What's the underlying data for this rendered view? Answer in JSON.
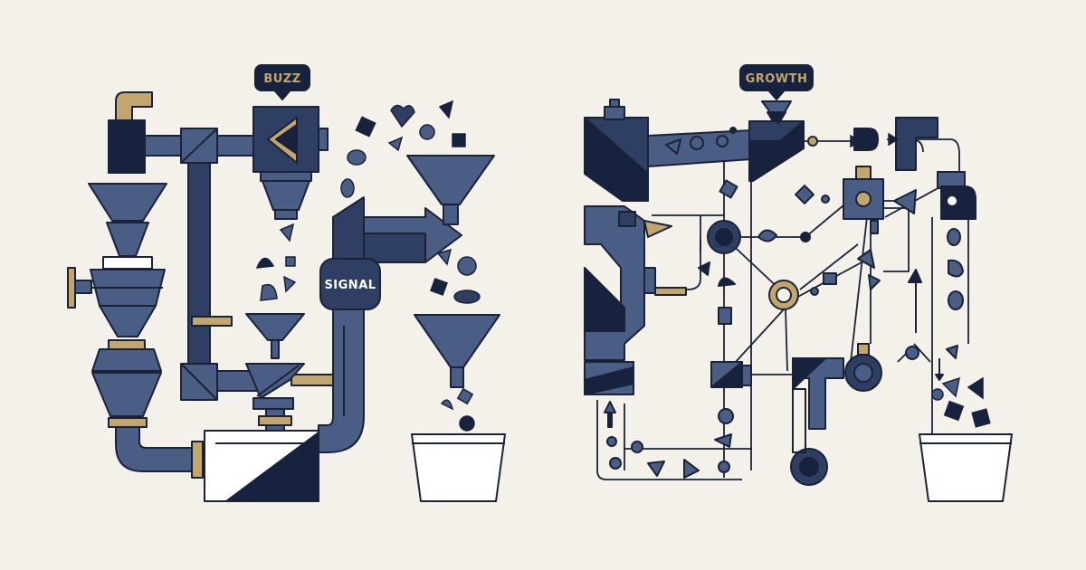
{
  "labels": {
    "buzz": "BUZZ",
    "signal": "SIGNAL",
    "growth": "GROWTH"
  },
  "colors": {
    "background": "#F4F1EB",
    "navy": "#17223F",
    "slate": "#4A5D85",
    "slate_dark": "#2F3E63",
    "gold": "#C2A66E",
    "outline": "#1A2238",
    "white": "#FFFFFF"
  }
}
